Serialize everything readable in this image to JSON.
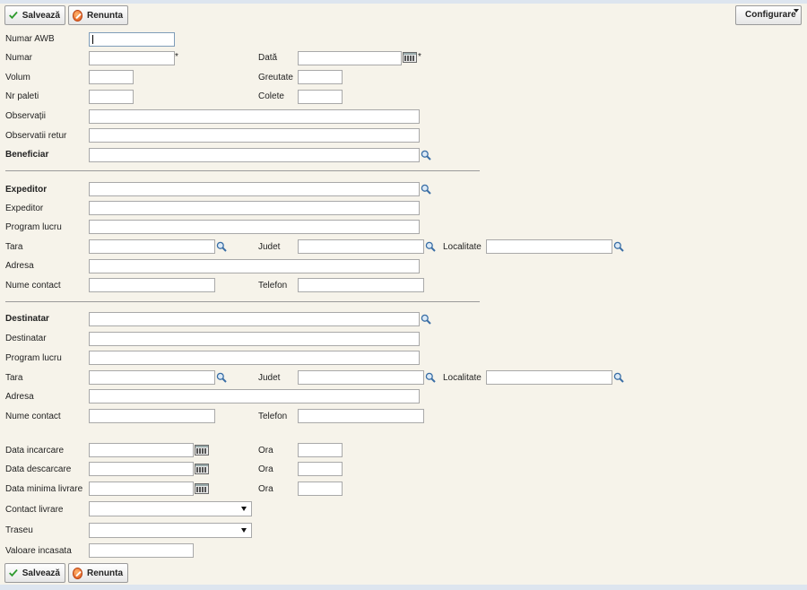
{
  "toolbar": {
    "save_label": "Salvează",
    "cancel_label": "Renunta",
    "config_label": "Configurare"
  },
  "awb": {
    "numar_awb": "Numar AWB",
    "numar": "Numar",
    "data": "Dată",
    "volum": "Volum",
    "greutate": "Greutate",
    "nr_paleti": "Nr paleti",
    "colete": "Colete",
    "observatii": "Observații",
    "observatii_retur": "Observatii retur",
    "beneficiar": "Beneficiar",
    "required_mark": "*"
  },
  "expeditor": {
    "section": "Expeditor",
    "name": "Expeditor",
    "program": "Program lucru",
    "tara": "Tara",
    "judet": "Judet",
    "localitate": "Localitate",
    "adresa": "Adresa",
    "contact": "Nume contact",
    "telefon": "Telefon"
  },
  "destinatar": {
    "section": "Destinatar",
    "name": "Destinatar",
    "program": "Program lucru",
    "tara": "Tara",
    "judet": "Judet",
    "localitate": "Localitate",
    "adresa": "Adresa",
    "contact": "Nume contact",
    "telefon": "Telefon"
  },
  "schedule": {
    "data_incarcare": "Data incarcare",
    "data_descarcare": "Data descarcare",
    "data_minima": "Data minima livrare",
    "ora": "Ora",
    "contact_livrare": "Contact livrare",
    "traseu": "Traseu",
    "valoare_incasata": "Valoare incasata"
  },
  "colors": {
    "background": "#f6f3ea",
    "accent_check": "#2e9a2e",
    "cancel_orange": "#e0541b"
  },
  "icons": {
    "save": "check-icon",
    "cancel": "cancel-icon",
    "lookup": "search-icon",
    "date": "calendar-icon"
  }
}
